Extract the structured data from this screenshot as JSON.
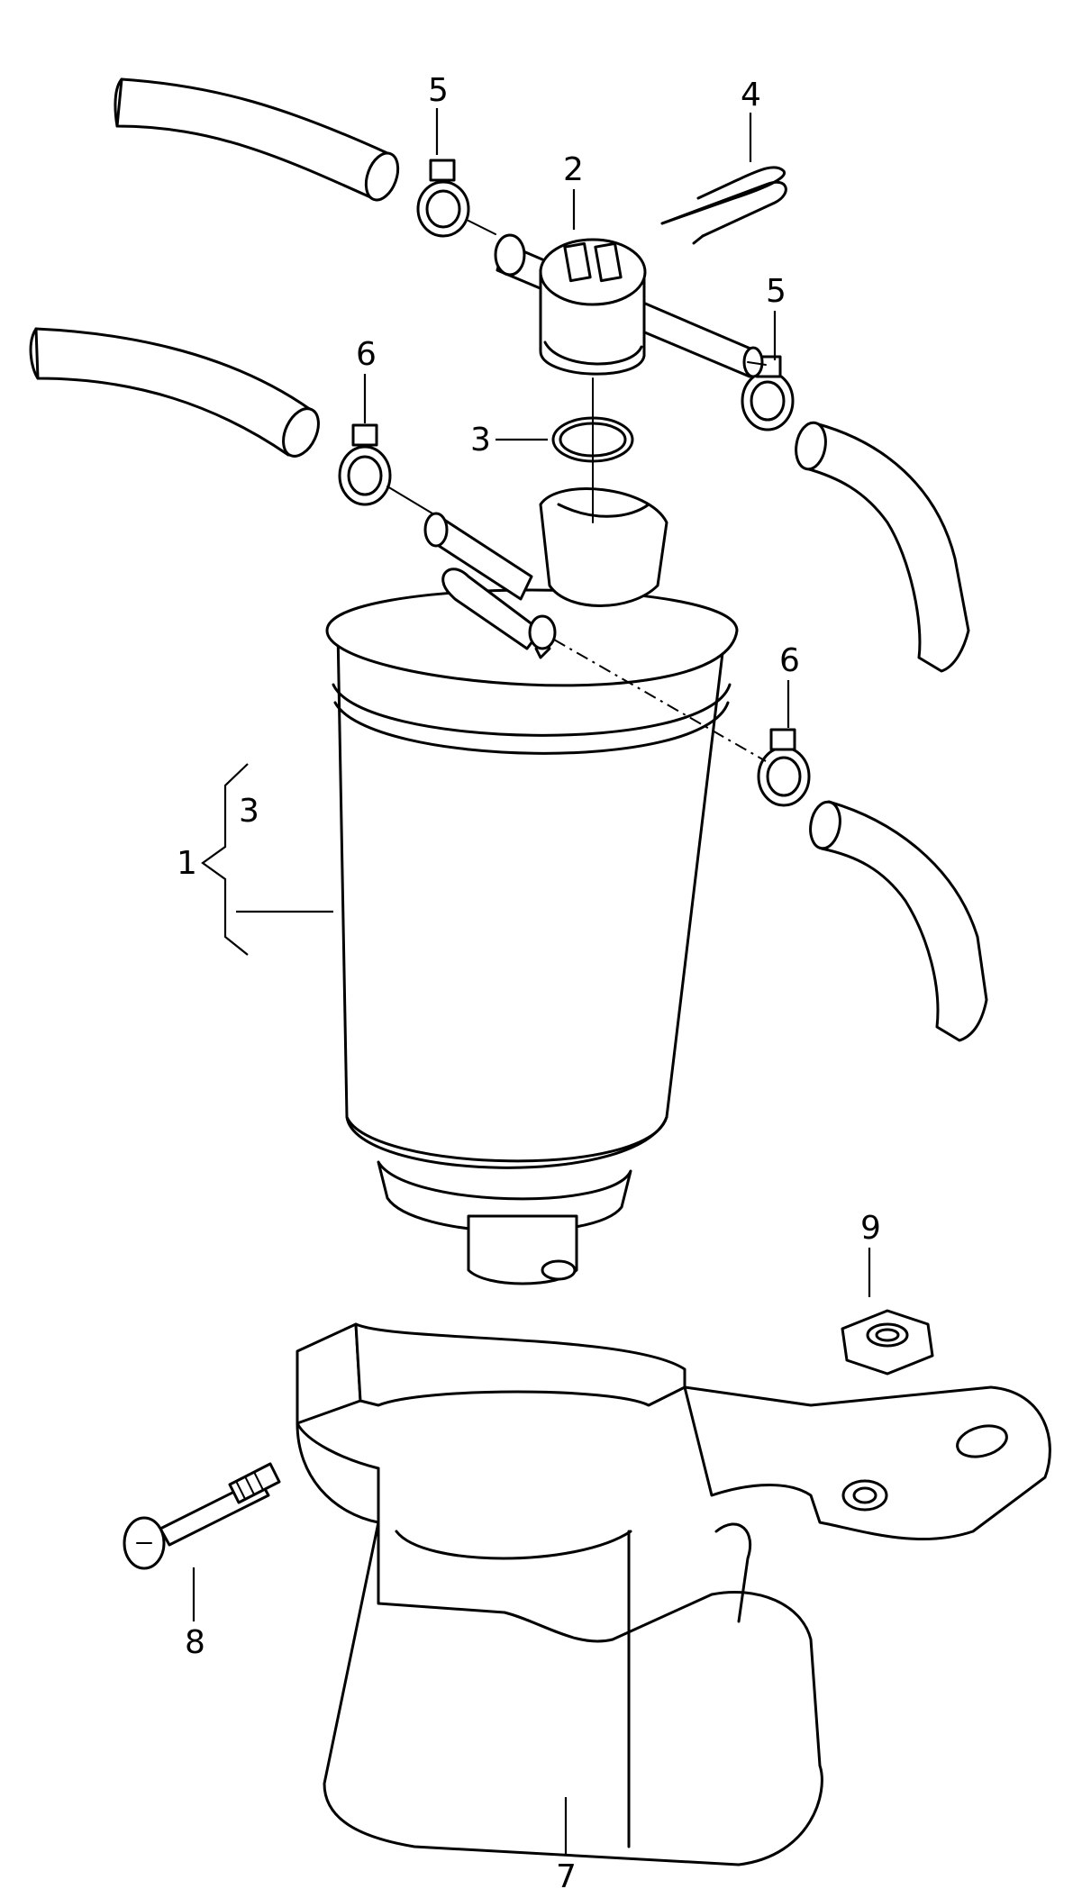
{
  "labels": {
    "part_1": "1",
    "part_2": "2",
    "part_3_seal": "3",
    "part_3_bracket": "3",
    "part_4": "4",
    "part_5_upper": "5",
    "part_5_right": "5",
    "part_6_left": "6",
    "part_6_right": "6",
    "part_7": "7",
    "part_8": "8",
    "part_9": "9"
  },
  "colors": {
    "line": "#000000",
    "background": "#ffffff",
    "hose_dots": "#000000"
  }
}
